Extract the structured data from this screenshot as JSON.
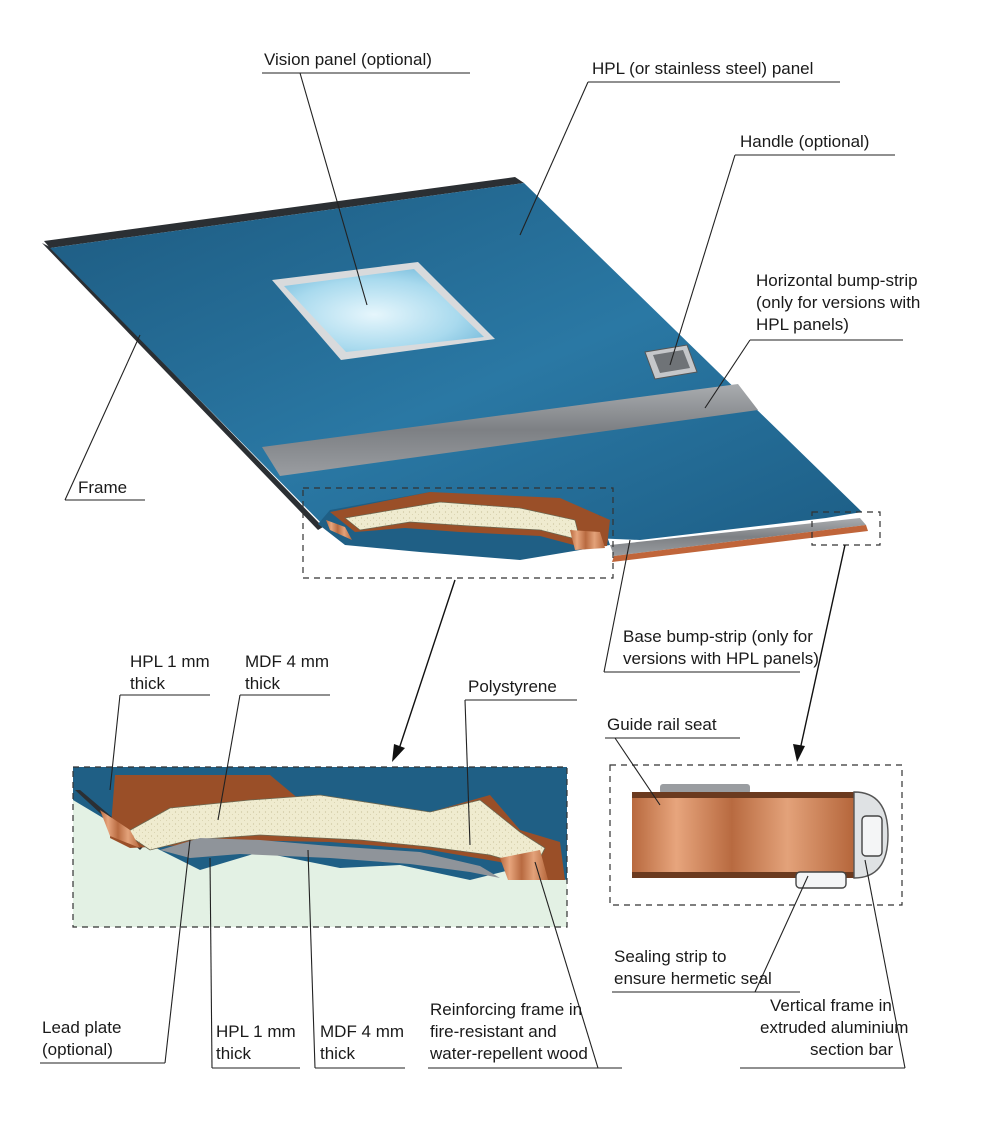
{
  "labels": {
    "vision_panel": "Vision panel (optional)",
    "hpl_panel": "HPL (or stainless steel) panel",
    "handle": "Handle (optional)",
    "horizontal_strip": [
      "Horizontal bump-strip",
      "(only for versions with",
      "HPL panels)"
    ],
    "frame": "Frame",
    "base_strip": [
      "Base bump-strip (only for",
      "versions with HPL panels)"
    ],
    "hpl_top": [
      "HPL 1 mm",
      "thick"
    ],
    "mdf_top": [
      "MDF 4 mm",
      "thick"
    ],
    "polystyrene": "Polystyrene",
    "guide_rail": "Guide rail seat",
    "sealing_strip": [
      "Sealing strip to",
      "ensure hermetic seal"
    ],
    "lead_plate": [
      "Lead plate",
      "(optional)"
    ],
    "hpl_bottom": [
      "HPL 1 mm",
      "thick"
    ],
    "mdf_bottom": [
      "MDF 4 mm",
      "thick"
    ],
    "reinforcing": [
      "Reinforcing frame in",
      "fire-resistant and",
      "water-repellent wood"
    ],
    "vertical_frame": [
      "Vertical frame in",
      "extruded aluminium",
      "section bar"
    ]
  },
  "colors": {
    "panel_blue": "#1f5f85",
    "panel_blue_light": "#2c7aa6",
    "strip_gray": "#8a8d90",
    "frame_dark": "#2b2f33",
    "mdf_brown": "#9a4f28",
    "polystyrene": "#eeeacc",
    "copper": "#c9774a",
    "glass": "#bfe4f2",
    "detail_bg": "#e3f1e4"
  }
}
